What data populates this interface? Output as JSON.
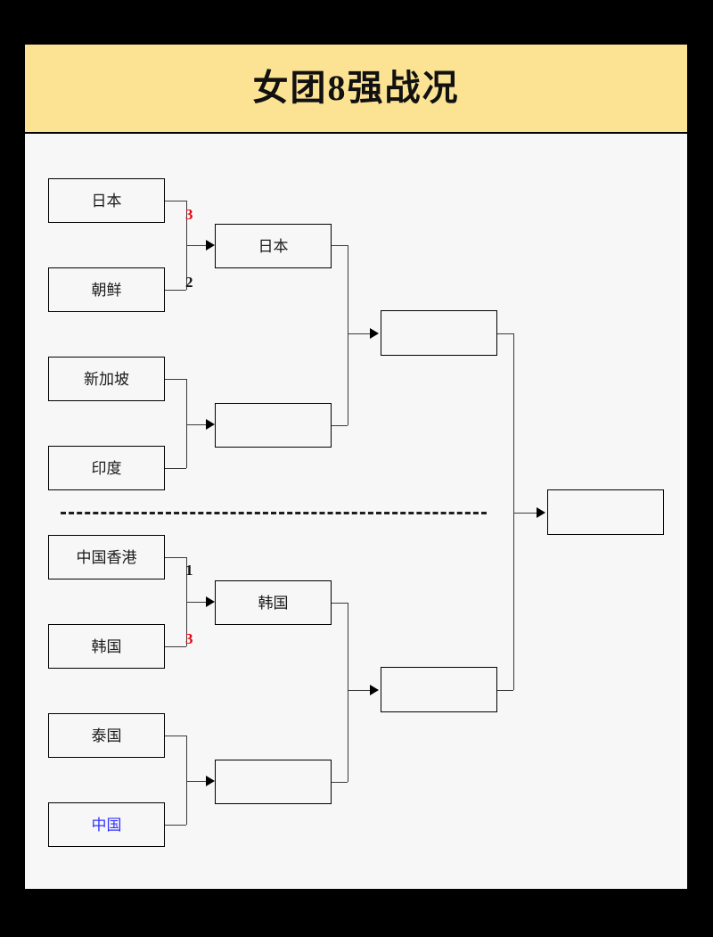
{
  "header": {
    "title": "女团8强战况",
    "background_color": "#FCE293"
  },
  "colors": {
    "page_border": "#000000",
    "canvas": "#F7F7F7",
    "winner_score": "#E8000D",
    "loser_score": "#111111",
    "highlight_team": "#3333FF",
    "box_border": "#000000"
  },
  "bracket": {
    "title": "女团8强战况",
    "rounds": [
      {
        "name": "quarterfinals",
        "matches": [
          {
            "id": "qf1",
            "top": {
              "team": "日本",
              "score": "3",
              "result": "win"
            },
            "bottom": {
              "team": "朝鲜",
              "score": "2",
              "result": "lose"
            }
          },
          {
            "id": "qf2",
            "top": {
              "team": "新加坡",
              "score": "",
              "result": ""
            },
            "bottom": {
              "team": "印度",
              "score": "",
              "result": ""
            }
          },
          {
            "id": "qf3",
            "top": {
              "team": "中国香港",
              "score": "1",
              "result": "lose"
            },
            "bottom": {
              "team": "韩国",
              "score": "3",
              "result": "win"
            }
          },
          {
            "id": "qf4",
            "top": {
              "team": "泰国",
              "score": "",
              "result": ""
            },
            "bottom": {
              "team": "中国",
              "score": "",
              "result": "",
              "highlight": true
            }
          }
        ]
      },
      {
        "name": "semifinal-feed",
        "matches": [
          {
            "id": "sf-a",
            "winner": "日本"
          },
          {
            "id": "sf-b",
            "winner": ""
          },
          {
            "id": "sf-c",
            "winner": "韩国"
          },
          {
            "id": "sf-d",
            "winner": ""
          }
        ]
      },
      {
        "name": "semifinals",
        "matches": [
          {
            "id": "semi-top",
            "winner": ""
          },
          {
            "id": "semi-bottom",
            "winner": ""
          }
        ]
      },
      {
        "name": "final",
        "matches": [
          {
            "id": "final",
            "winner": ""
          }
        ]
      }
    ]
  },
  "nodes": {
    "r1_japan": "日本",
    "r1_dprk": "朝鲜",
    "r1_singapore": "新加坡",
    "r1_india": "印度",
    "r1_hongkong": "中国香港",
    "r1_korea": "韩国",
    "r1_thailand": "泰国",
    "r1_china": "中国",
    "r2_top1": "日本",
    "r2_top2": "",
    "r2_bot1": "韩国",
    "r2_bot2": "",
    "r3_top": "",
    "r3_bot": "",
    "r4_final": ""
  },
  "scores": {
    "qf1_top": "3",
    "qf1_bottom": "2",
    "qf3_top": "1",
    "qf3_bottom": "3"
  }
}
